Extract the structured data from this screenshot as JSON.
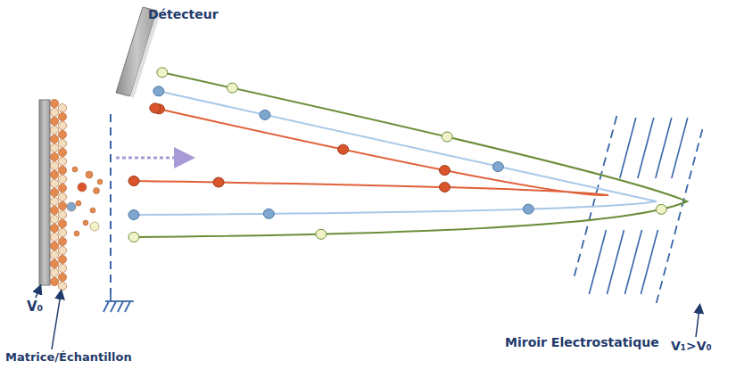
{
  "diagram": {
    "labels": [
      "Détecteur",
      "V₀",
      "Matrice/Échantillon",
      "Miroir Electrostatique",
      "V₁>V₀"
    ]
  }
}
